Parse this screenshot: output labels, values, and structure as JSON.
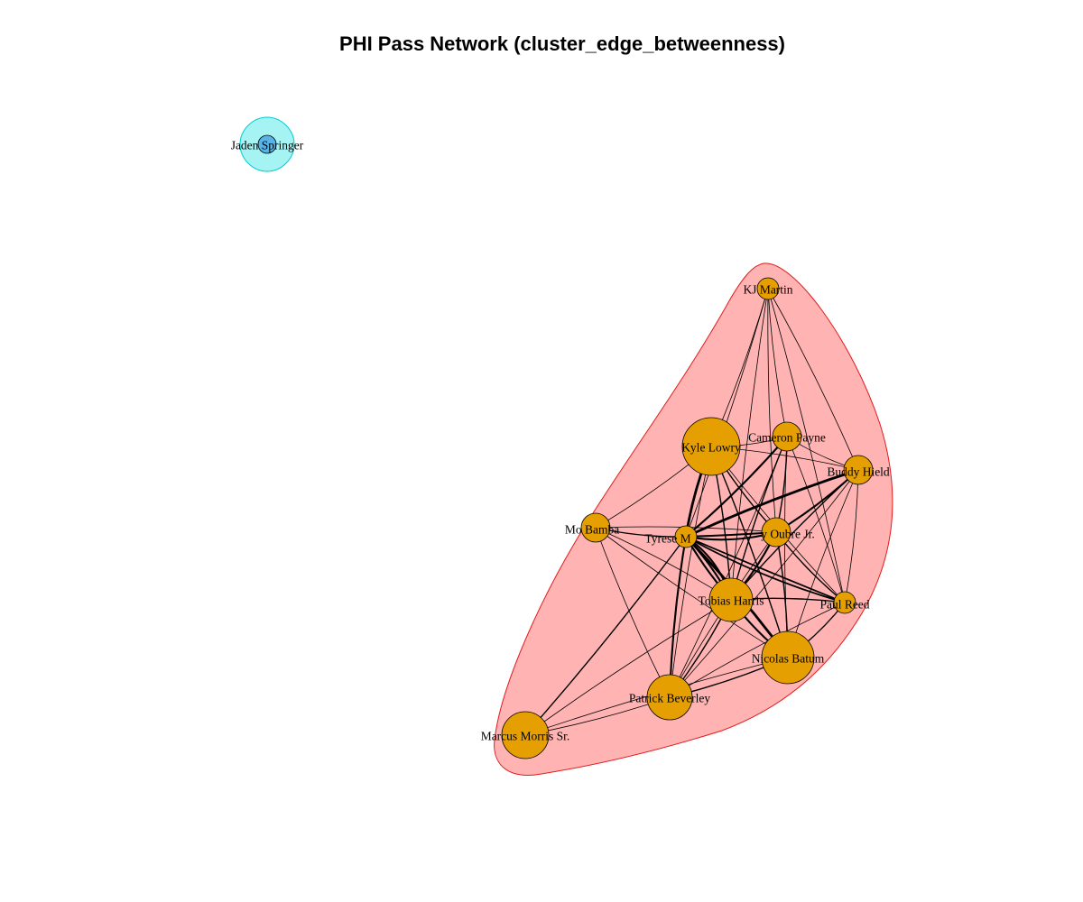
{
  "title": "PHI Pass Network (cluster_edge_betweenness)",
  "colors": {
    "background": "#ffffff",
    "node_fill": "#E69F00",
    "node_stroke": "#000000",
    "edge_color": "#000000",
    "cluster_main_fill": "#FFB3B3",
    "cluster_main_stroke": "#E41A1C",
    "cluster_solo_fill": "#A6F3F3",
    "cluster_solo_stroke": "#00CED1",
    "solo_node_fill": "#56B4E9"
  },
  "network": {
    "clusters": [
      {
        "id": "c1",
        "members": [
          "Kyle Lowry",
          "Cameron Payne",
          "Buddy Hield",
          "KJ Martin",
          "Mo Bamba",
          "Tyrese Maxey",
          "Kelly Oubre Jr.",
          "Tobias Harris",
          "Paul Reed",
          "Nicolas Batum",
          "Patrick Beverley",
          "Marcus Morris Sr."
        ]
      },
      {
        "id": "c2",
        "members": [
          "Jaden Springer"
        ]
      }
    ],
    "nodes": [
      {
        "id": "KJ Martin",
        "label": "KJ Martin",
        "cluster": "c1",
        "size": "small"
      },
      {
        "id": "Kyle Lowry",
        "label": "Kyle Lowry",
        "cluster": "c1",
        "size": "large"
      },
      {
        "id": "Cameron Payne",
        "label": "Cameron Payne",
        "cluster": "c1",
        "size": "small"
      },
      {
        "id": "Buddy Hield",
        "label": "Buddy Hield",
        "cluster": "c1",
        "size": "small"
      },
      {
        "id": "Mo Bamba",
        "label": "Mo Bamba",
        "cluster": "c1",
        "size": "small"
      },
      {
        "id": "Tyrese Maxey",
        "label": "Tyrese M",
        "cluster": "c1",
        "size": "small"
      },
      {
        "id": "Kelly Oubre Jr.",
        "label": "y Oubre Jr.",
        "cluster": "c1",
        "size": "small"
      },
      {
        "id": "Tobias Harris",
        "label": "Tobias Harris",
        "cluster": "c1",
        "size": "large"
      },
      {
        "id": "Paul Reed",
        "label": "Paul Reed",
        "cluster": "c1",
        "size": "small"
      },
      {
        "id": "Nicolas Batum",
        "label": "Nicolas Batum",
        "cluster": "c1",
        "size": "large"
      },
      {
        "id": "Patrick Beverley",
        "label": "Patrick Beverley",
        "cluster": "c1",
        "size": "large"
      },
      {
        "id": "Marcus Morris Sr.",
        "label": "Marcus Morris Sr.",
        "cluster": "c1",
        "size": "large"
      },
      {
        "id": "Jaden Springer",
        "label": "Jaden Springer",
        "cluster": "c2",
        "size": "tiny"
      }
    ],
    "edges": [
      [
        "Tyrese Maxey",
        "Kyle Lowry",
        4
      ],
      [
        "Tyrese Maxey",
        "Cameron Payne",
        3
      ],
      [
        "Tyrese Maxey",
        "Buddy Hield",
        4
      ],
      [
        "Tyrese Maxey",
        "KJ Martin",
        1
      ],
      [
        "Tyrese Maxey",
        "Mo Bamba",
        2
      ],
      [
        "Tyrese Maxey",
        "Kelly Oubre Jr.",
        6
      ],
      [
        "Tyrese Maxey",
        "Tobias Harris",
        9
      ],
      [
        "Tyrese Maxey",
        "Paul Reed",
        5
      ],
      [
        "Tyrese Maxey",
        "Nicolas Batum",
        4
      ],
      [
        "Tyrese Maxey",
        "Patrick Beverley",
        3
      ],
      [
        "Tyrese Maxey",
        "Marcus Morris Sr.",
        2
      ],
      [
        "Kyle Lowry",
        "Cameron Payne",
        1
      ],
      [
        "Kyle Lowry",
        "Buddy Hield",
        1
      ],
      [
        "Kyle Lowry",
        "KJ Martin",
        1
      ],
      [
        "Kyle Lowry",
        "Mo Bamba",
        1
      ],
      [
        "Kyle Lowry",
        "Kelly Oubre Jr.",
        2
      ],
      [
        "Kyle Lowry",
        "Tobias Harris",
        2
      ],
      [
        "Kyle Lowry",
        "Paul Reed",
        1
      ],
      [
        "Kyle Lowry",
        "Nicolas Batum",
        2
      ],
      [
        "Kyle Lowry",
        "Patrick Beverley",
        1
      ],
      [
        "Cameron Payne",
        "KJ Martin",
        1
      ],
      [
        "Cameron Payne",
        "Buddy Hield",
        1
      ],
      [
        "Cameron Payne",
        "Kelly Oubre Jr.",
        2
      ],
      [
        "Cameron Payne",
        "Tobias Harris",
        2
      ],
      [
        "Cameron Payne",
        "Paul Reed",
        1
      ],
      [
        "Cameron Payne",
        "Nicolas Batum",
        1
      ],
      [
        "Cameron Payne",
        "Patrick Beverley",
        1
      ],
      [
        "Buddy Hield",
        "KJ Martin",
        1
      ],
      [
        "Buddy Hield",
        "Kelly Oubre Jr.",
        3
      ],
      [
        "Buddy Hield",
        "Tobias Harris",
        2
      ],
      [
        "Buddy Hield",
        "Paul Reed",
        1
      ],
      [
        "Buddy Hield",
        "Nicolas Batum",
        1
      ],
      [
        "Buddy Hield",
        "Patrick Beverley",
        1
      ],
      [
        "KJ Martin",
        "Kelly Oubre Jr.",
        1
      ],
      [
        "KJ Martin",
        "Paul Reed",
        1
      ],
      [
        "KJ Martin",
        "Tobias Harris",
        1
      ],
      [
        "Mo Bamba",
        "Tobias Harris",
        1
      ],
      [
        "Mo Bamba",
        "Patrick Beverley",
        1
      ],
      [
        "Mo Bamba",
        "Kelly Oubre Jr.",
        1
      ],
      [
        "Mo Bamba",
        "Nicolas Batum",
        1
      ],
      [
        "Kelly Oubre Jr.",
        "Tobias Harris",
        3
      ],
      [
        "Kelly Oubre Jr.",
        "Paul Reed",
        2
      ],
      [
        "Kelly Oubre Jr.",
        "Nicolas Batum",
        2
      ],
      [
        "Kelly Oubre Jr.",
        "Patrick Beverley",
        1
      ],
      [
        "Tobias Harris",
        "Paul Reed",
        2
      ],
      [
        "Tobias Harris",
        "Nicolas Batum",
        3
      ],
      [
        "Tobias Harris",
        "Patrick Beverley",
        2
      ],
      [
        "Tobias Harris",
        "Marcus Morris Sr.",
        1
      ],
      [
        "Paul Reed",
        "Nicolas Batum",
        2
      ],
      [
        "Paul Reed",
        "Patrick Beverley",
        1
      ],
      [
        "Nicolas Batum",
        "Patrick Beverley",
        2
      ],
      [
        "Nicolas Batum",
        "Marcus Morris Sr.",
        1
      ],
      [
        "Patrick Beverley",
        "Marcus Morris Sr.",
        1
      ]
    ]
  }
}
